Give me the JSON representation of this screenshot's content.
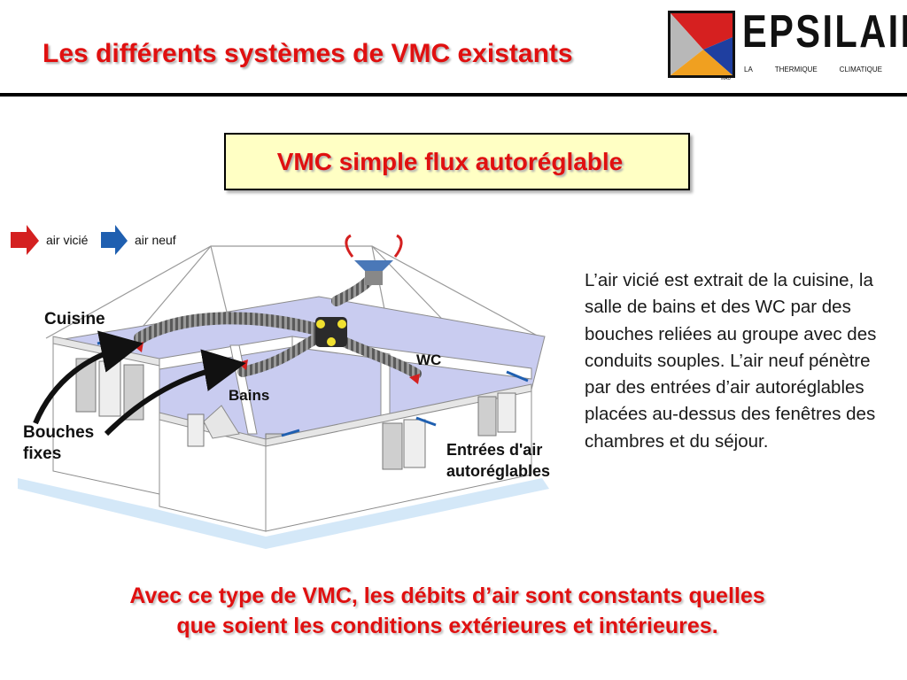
{
  "slide": {
    "title": "Les différents systèmes de VMC existants",
    "subtitle": "VMC simple flux autoréglable",
    "description": "L’air vicié est extrait de la cuisine, la salle de bains et des WC par des bouches reliées au groupe avec des conduits souples. L’air neuf pénètre par des entrées d’air autoréglables placées au-dessus des fenêtres des chambres et du séjour.",
    "footer_line1": "Avec ce type de VMC, les débits d’air sont constants quelles",
    "footer_line2": "que soient les conditions extérieures et intérieures."
  },
  "logo": {
    "name": "EPSILAIR",
    "sub_la": "LA",
    "sub_thermique": "THERMIQUE",
    "sub_climatique": "CLIMATIQUE",
    "mark_small": "MAD"
  },
  "diagram": {
    "legend_stale": "air vicié",
    "legend_fresh": "air neuf",
    "label_kitchen": "Cuisine",
    "label_bath": "Bains",
    "label_wc": "WC",
    "label_fixed_1": "Bouches",
    "label_fixed_2": "fixes",
    "label_inlets_1": "Entrées d'air",
    "label_inlets_2": "autoréglables"
  },
  "colors": {
    "title_red": "#e01010",
    "box_yellow": "#ffffc4",
    "stale_air": "#d42020",
    "fresh_air": "#1f5fb0",
    "floor_blue": "#c9ccf0"
  }
}
